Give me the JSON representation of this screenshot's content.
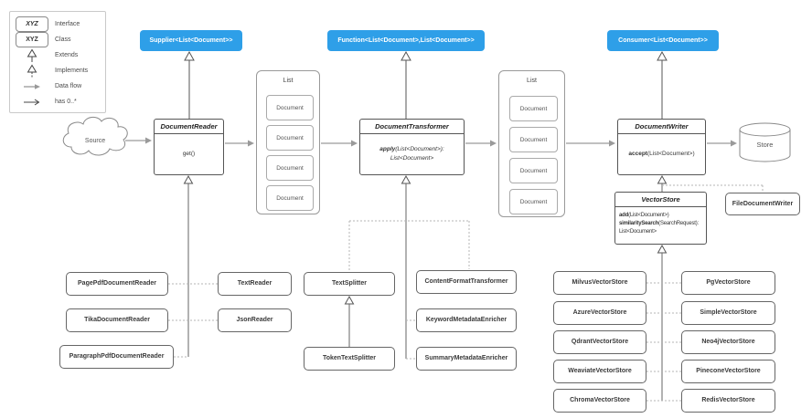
{
  "colors": {
    "accent_blue": "#2e9fe8",
    "box_border": "#595959",
    "flow_gray": "#9a9a9a",
    "dash_gray": "#b4b4b4"
  },
  "legend": {
    "interface_symbol": "XYZ",
    "interface_label": "Interface",
    "class_symbol": "XYZ",
    "class_label": "Class",
    "extends_label": "Extends",
    "implements_label": "Implements",
    "dataflow_label": "Data flow",
    "has_label": "has 0..*"
  },
  "interfaces": {
    "supplier": "Supplier<List<Document>>",
    "function": "Function<List<Document>,List<Document>>",
    "consumer": "Consumer<List<Document>>"
  },
  "pipeline": {
    "source_label": "Source",
    "reader_title": "DocumentReader",
    "reader_method": "get()",
    "list_label": "List",
    "document_label": "Document",
    "transformer_title": "DocumentTransformer",
    "transformer_method_name": "apply",
    "transformer_method_args": "(List<Document>):",
    "transformer_method_return": "List<Document>",
    "writer_title": "DocumentWriter",
    "writer_method_name": "accept",
    "writer_method_args": "(List<Document>)",
    "store_label": "Store"
  },
  "vector_store": {
    "title": "VectorStore",
    "add_name": "add",
    "add_args": "(List<Document>)",
    "search_name": "similaritySearch",
    "search_args": "(SearchRequest):",
    "search_return": "List<Document>"
  },
  "writers": {
    "file_document_writer": "FileDocumentWriter"
  },
  "readers": [
    "PagePdfDocumentReader",
    "TikaDocumentReader",
    "ParagraphPdfDocumentReader",
    "TextReader",
    "JsonReader"
  ],
  "transformers": [
    "TextSplitter",
    "TokenTextSplitter",
    "ContentFormatTransformer",
    "KeywordMetadataEnricher",
    "SummaryMetadataEnricher"
  ],
  "vector_stores_left": [
    "MilvusVectorStore",
    "AzureVectorStore",
    "QdrantVectorStore",
    "WeaviateVectorStore",
    "ChromaVectorStore"
  ],
  "vector_stores_right": [
    "PgVectorStore",
    "SimpleVectorStore",
    "Neo4jVectorStore",
    "PineconeVectorStore",
    "RedisVectorStore"
  ]
}
